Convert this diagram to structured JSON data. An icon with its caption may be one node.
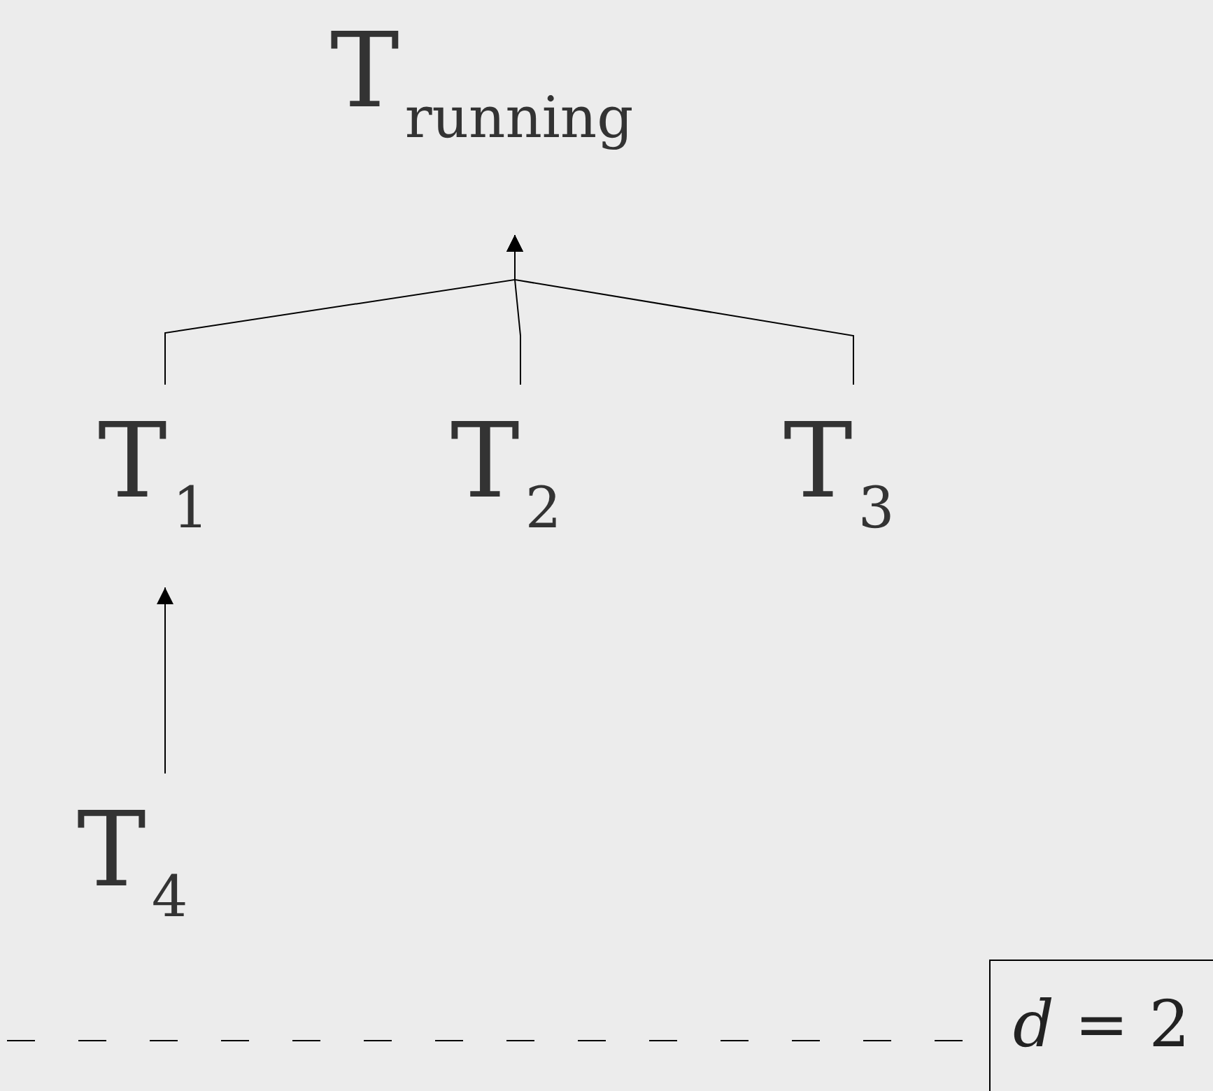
{
  "diagram": {
    "nodes": [
      {
        "text": [
          "T$_{running}$"
        ]
      },
      {
        "text": [
          "T$_{1}$"
        ]
      },
      {
        "text": [
          "T$_{2}$"
        ]
      },
      {
        "text": [
          "T$_{3}$"
        ]
      },
      {
        "text": [
          "T$_{4}$"
        ]
      },
      {
        "text": [
          "*d* = 2"
        ]
      }
    ],
    "edges": [
      {
        "from": 1,
        "to": 0,
        "arrow": "to"
      },
      {
        "from": 2,
        "to": 0,
        "arrow": "to"
      },
      {
        "from": 3,
        "to": 0,
        "arrow": "to"
      },
      {
        "from": 4,
        "to": 1,
        "arrow": "to"
      }
    ]
  }
}
